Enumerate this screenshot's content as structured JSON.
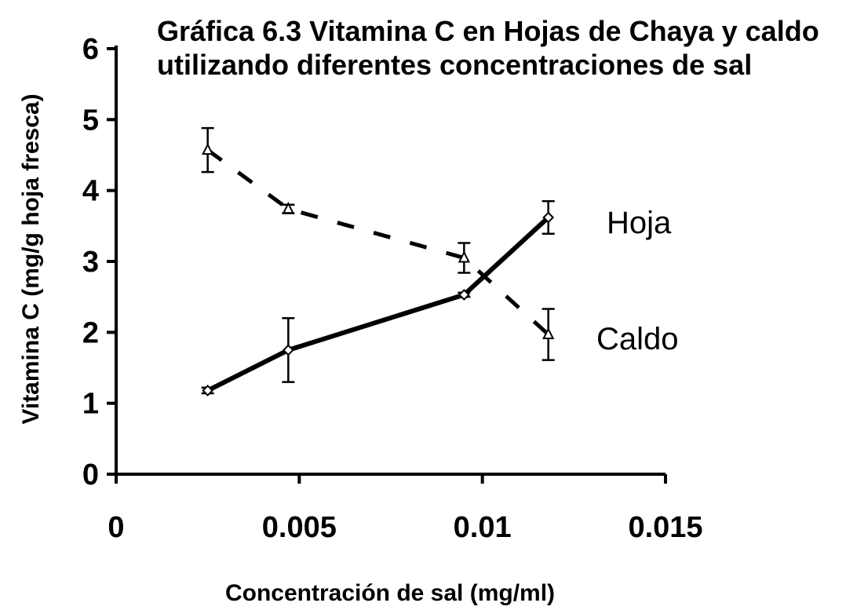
{
  "chart_data": {
    "type": "line",
    "title_lines": [
      "Gráfica 6.3 Vitamina C en Hojas de  Chaya y caldo",
      "utilizando diferentes concentraciones de sal"
    ],
    "xlabel": "Concentración de sal (mg/ml)",
    "ylabel": "Vitamina C  (mg/g hoja fresca)",
    "xlim": [
      0,
      0.015
    ],
    "ylim": [
      0,
      6
    ],
    "x_ticks": [
      {
        "value": 0,
        "label": "0"
      },
      {
        "value": 0.005,
        "label": "0.005"
      },
      {
        "value": 0.01,
        "label": "0.01"
      },
      {
        "value": 0.015,
        "label": "0.015"
      }
    ],
    "y_ticks": [
      {
        "value": 0,
        "label": "0"
      },
      {
        "value": 1,
        "label": "1"
      },
      {
        "value": 2,
        "label": "2"
      },
      {
        "value": 3,
        "label": "3"
      },
      {
        "value": 4,
        "label": "4"
      },
      {
        "value": 5,
        "label": "5"
      },
      {
        "value": 6,
        "label": "6"
      }
    ],
    "grid": false,
    "series": [
      {
        "name": "Hoja",
        "line_style": "solid",
        "marker": "diamond",
        "color": "#000000",
        "points": [
          {
            "x": 0.0025,
            "y": 1.18,
            "err": 0.04
          },
          {
            "x": 0.0047,
            "y": 1.75,
            "err": 0.45
          },
          {
            "x": 0.0095,
            "y": 2.53,
            "err": 0.03
          },
          {
            "x": 0.0118,
            "y": 3.62,
            "err": 0.23
          }
        ]
      },
      {
        "name": "Caldo",
        "line_style": "dashed",
        "marker": "triangle",
        "color": "#000000",
        "points": [
          {
            "x": 0.0025,
            "y": 4.57,
            "err": 0.31
          },
          {
            "x": 0.0047,
            "y": 3.74,
            "err": 0.06
          },
          {
            "x": 0.0095,
            "y": 3.05,
            "err": 0.21
          },
          {
            "x": 0.0118,
            "y": 1.97,
            "err": 0.36
          }
        ]
      }
    ]
  }
}
